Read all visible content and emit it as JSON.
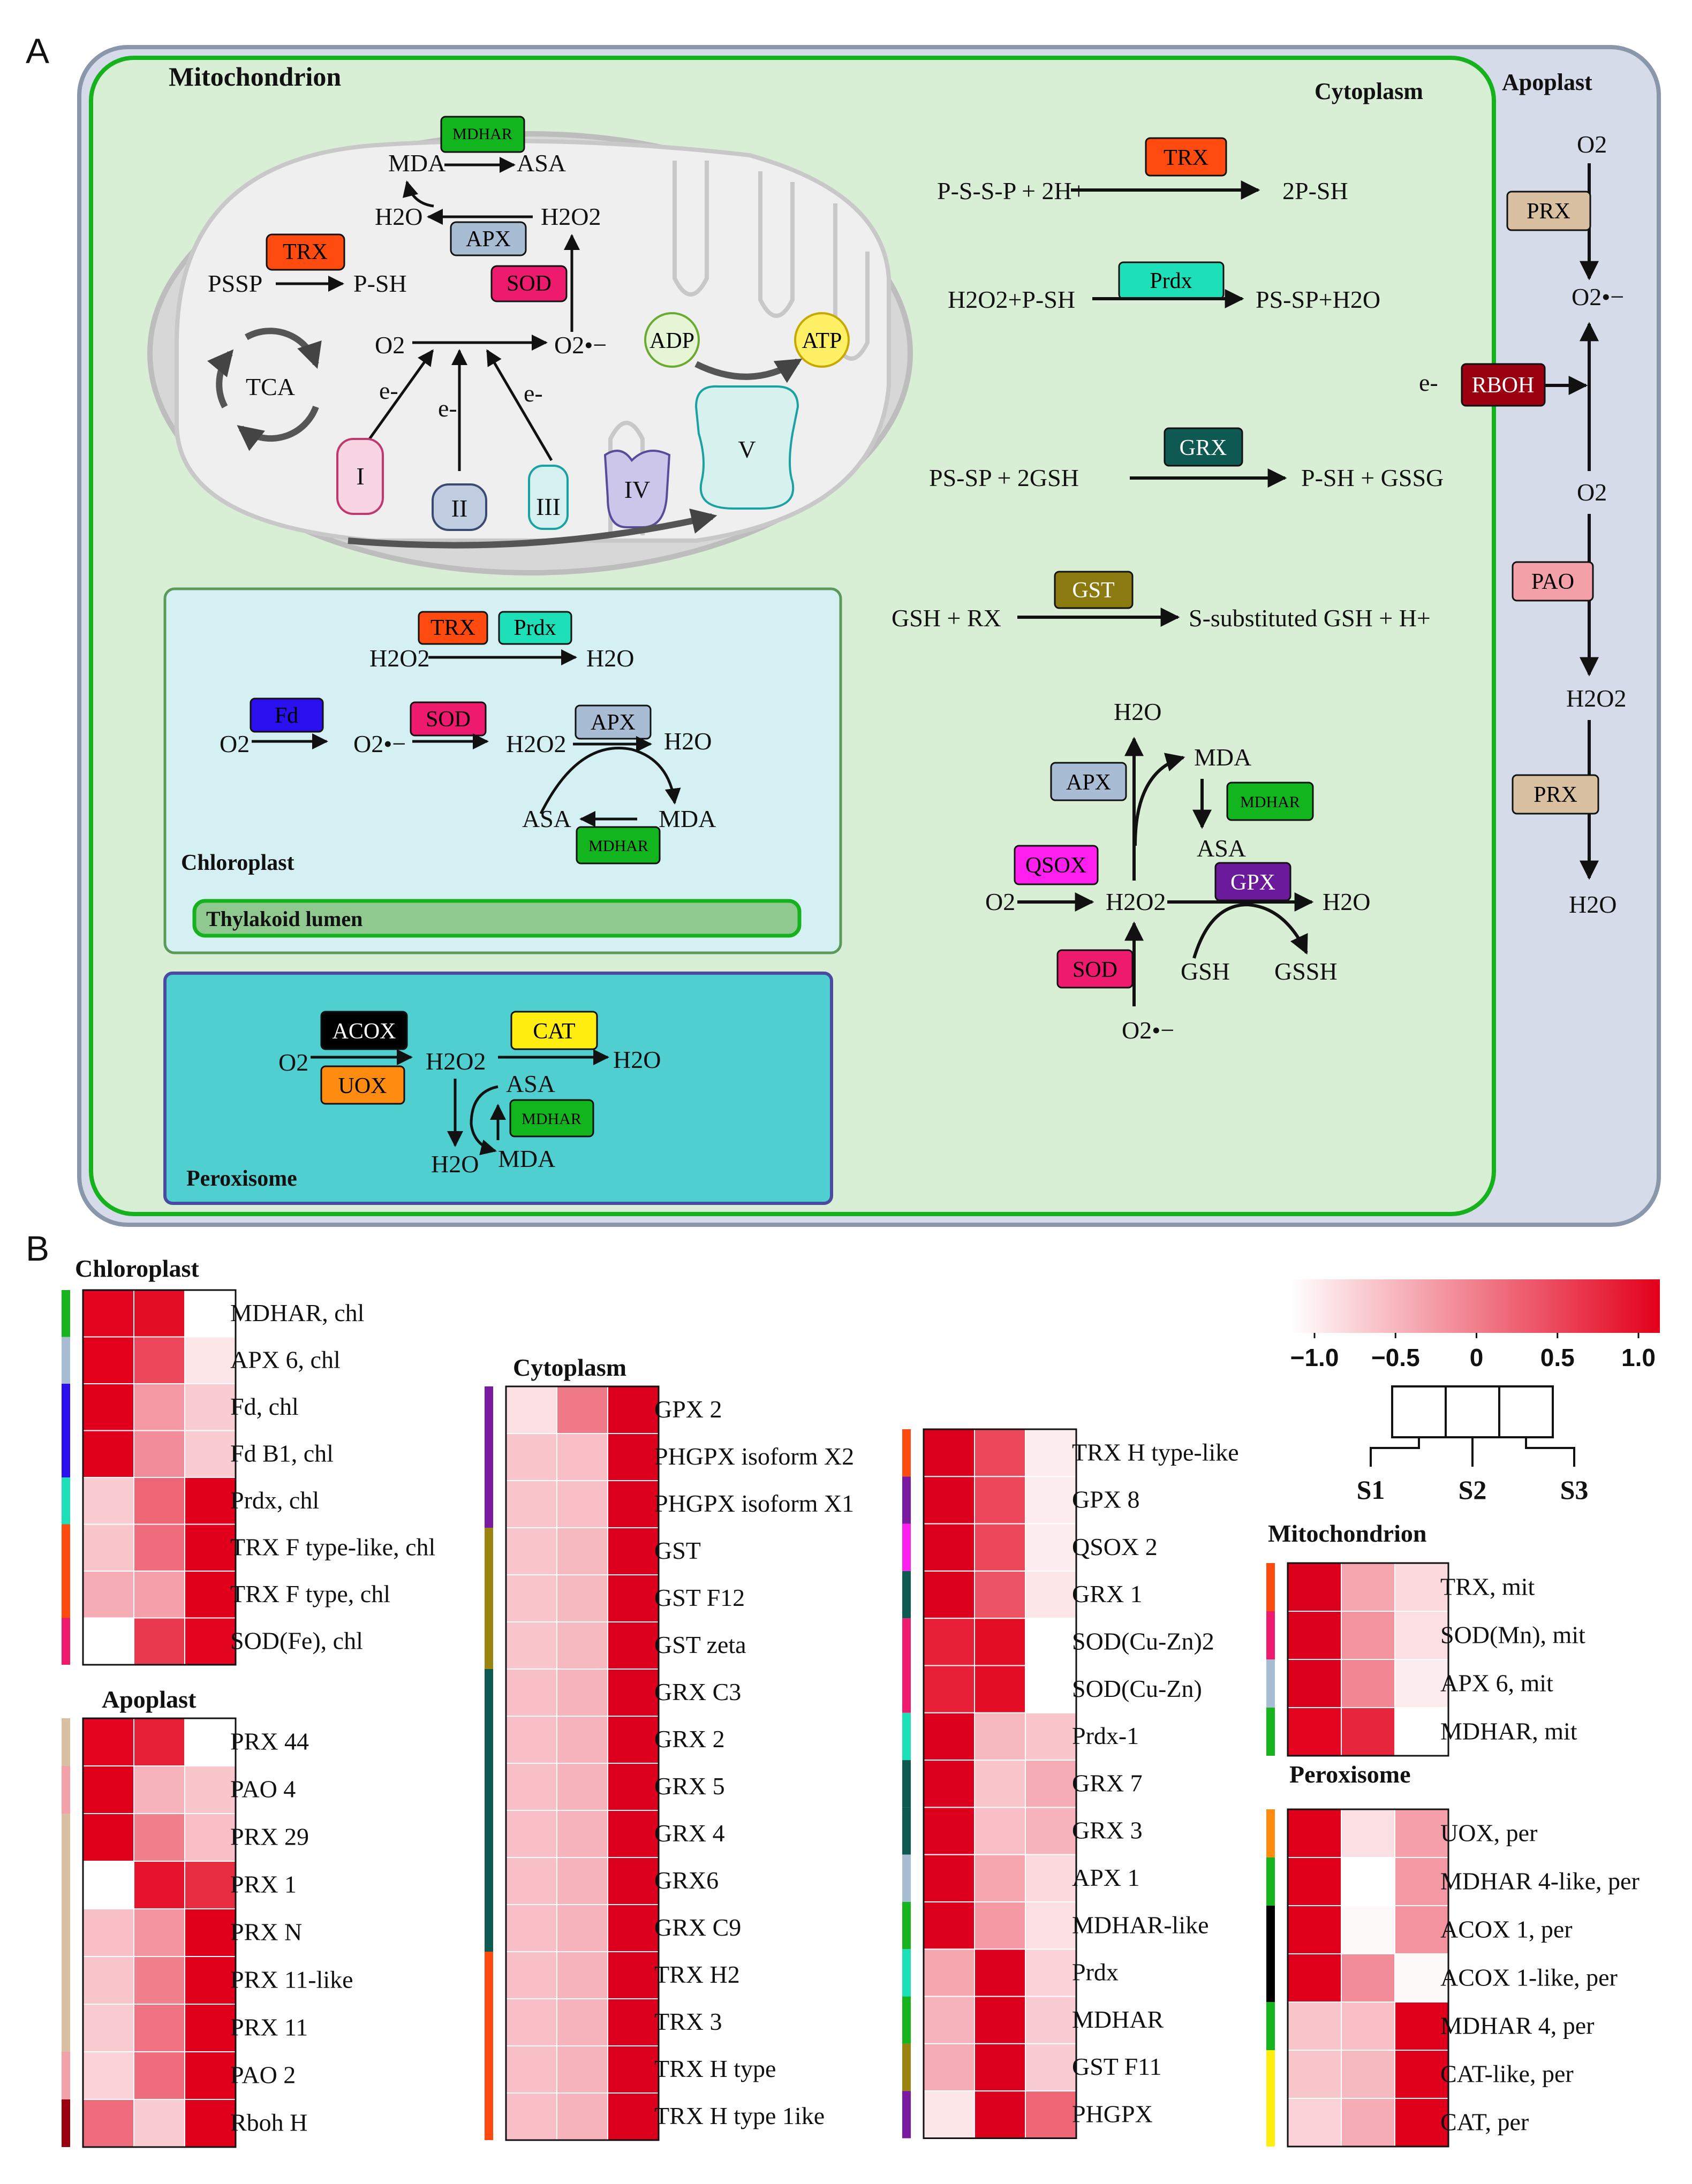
{
  "panel_a": {
    "label": "A",
    "compartments": {
      "mitochondrion": "Mitochondrion",
      "cytoplasm": "Cytoplasm",
      "apoplast": "Apoplast",
      "chloroplast": "Chloroplast",
      "thylakoid": "Thylakoid lumen",
      "peroxisome": "Peroxisome"
    },
    "mito": {
      "mdhar": "MDHAR",
      "mda": "MDA",
      "asa": "ASA",
      "h2o": "H2O",
      "apx": "APX",
      "h2o2": "H2O2",
      "trx": "TRX",
      "pssp": "PSSP",
      "psh": "P-SH",
      "sod": "SOD",
      "o2": "O2",
      "o2rad": "O2•−",
      "tca": "TCA",
      "adp": "ADP",
      "atp": "ATP",
      "e1": "e-",
      "e2": "e-",
      "e3": "e-",
      "c1": "I",
      "c2": "II",
      "c3": "III",
      "c4": "IV",
      "c5": "V"
    },
    "cyto": {
      "r1_left": "P-S-S-P + 2H+",
      "r1_enzyme": "TRX",
      "r1_right": "2P-SH",
      "r2_left": "H2O2+P-SH",
      "r2_enzyme": "Prdx",
      "r2_right": "PS-SP+H2O",
      "r3_left": "PS-SP + 2GSH",
      "r3_enzyme": "GRX",
      "r3_right": "P-SH + GSSG",
      "r4_left": "GSH + RX",
      "r4_enzyme": "GST",
      "r4_right": "S-substituted GSH + H+",
      "h2o_top": "H2O",
      "mda": "MDA",
      "apx": "APX",
      "mdhar": "MDHAR",
      "asa": "ASA",
      "qsox": "QSOX",
      "gpx": "GPX",
      "o2": "O2",
      "h2o2": "H2O2",
      "h2o_right": "H2O",
      "sod": "SOD",
      "gsh": "GSH",
      "gssh": "GSSH",
      "o2rad": "O2•−"
    },
    "apo": {
      "o2_top": "O2",
      "prx1": "PRX",
      "o2rad": "O2•−",
      "e": "e-",
      "rboh": "RBOH",
      "o2_mid": "O2",
      "pao": "PAO",
      "h2o2": "H2O2",
      "prx2": "PRX",
      "h2o": "H2O"
    },
    "chl": {
      "trx": "TRX",
      "prdx": "Prdx",
      "h2o2_top": "H2O2",
      "h2o_top": "H2O",
      "fd": "Fd",
      "o2": "O2",
      "o2rad": "O2•−",
      "sod": "SOD",
      "h2o2": "H2O2",
      "apx": "APX",
      "h2o": "H2O",
      "asa": "ASA",
      "mda": "MDA",
      "mdhar": "MDHAR"
    },
    "per": {
      "acox": "ACOX",
      "uox": "UOX",
      "o2": "O2",
      "h2o2": "H2O2",
      "cat": "CAT",
      "h2o": "H2O",
      "asa": "ASA",
      "mdhar": "MDHAR",
      "h2o_bottom": "H2O",
      "mda": "MDA"
    }
  },
  "panel_b": {
    "label": "B",
    "colorbar": {
      "min": -1.0,
      "max": 1.0,
      "ticks": [
        "−1.0",
        "−0.5",
        "0",
        "0.5",
        "1.0"
      ],
      "low_color": "#ffffff",
      "high_color": "#e3001b"
    },
    "samples": [
      "S1",
      "S2",
      "S3"
    ]
  },
  "chart_data": {
    "type": "heatmap",
    "columns": [
      "S1",
      "S2",
      "S3"
    ],
    "value_range": [
      -1.0,
      1.0
    ],
    "blocks": [
      {
        "title": "Chloroplast",
        "rows": [
          {
            "label": "MDHAR, chl",
            "color": "#18b41e",
            "values": [
              0.95,
              0.9,
              -1.0
            ]
          },
          {
            "label": "APX 6, chl",
            "color": "#a8bcd4",
            "values": [
              1.0,
              0.45,
              -0.8
            ]
          },
          {
            "label": "Fd, chl",
            "color": "#2a10ee",
            "values": [
              1.05,
              -0.2,
              -0.6
            ]
          },
          {
            "label": "Fd B1, chl",
            "color": "#2a10ee",
            "values": [
              1.05,
              -0.1,
              -0.6
            ]
          },
          {
            "label": "Prdx, chl",
            "color": "#1de0b8",
            "values": [
              -0.6,
              0.2,
              1.05
            ]
          },
          {
            "label": "TRX F type-like, chl",
            "color": "#ff4a10",
            "values": [
              -0.55,
              0.15,
              1.05
            ]
          },
          {
            "label": "TRX F type, chl",
            "color": "#ff4a10",
            "values": [
              -0.35,
              -0.25,
              1.05
            ]
          },
          {
            "label": "SOD(Fe), chl",
            "color": "#ee1a6e",
            "values": [
              -1.0,
              0.55,
              0.95
            ]
          }
        ]
      },
      {
        "title": "Apoplast",
        "rows": [
          {
            "label": "PRX 44",
            "color": "#d8c0a0",
            "values": [
              0.95,
              0.75,
              -1.0
            ]
          },
          {
            "label": "PAO 4",
            "color": "#f4a0a8",
            "values": [
              1.05,
              -0.4,
              -0.55
            ]
          },
          {
            "label": "PRX 29",
            "color": "#d8c0a0",
            "values": [
              1.05,
              0.0,
              -0.5
            ]
          },
          {
            "label": "PRX 1",
            "color": "#d8c0a0",
            "values": [
              -1.0,
              0.85,
              0.65
            ]
          },
          {
            "label": "PRX N",
            "color": "#d8c0a0",
            "values": [
              -0.5,
              -0.15,
              1.05
            ]
          },
          {
            "label": "PRX 11-like",
            "color": "#d8c0a0",
            "values": [
              -0.55,
              0.0,
              1.05
            ]
          },
          {
            "label": "PRX 11",
            "color": "#d8c0a0",
            "values": [
              -0.6,
              0.1,
              1.05
            ]
          },
          {
            "label": "PAO 2",
            "color": "#f4a0a8",
            "values": [
              -0.65,
              0.15,
              1.05
            ]
          },
          {
            "label": "Rboh H",
            "color": "#9a0010",
            "values": [
              0.15,
              -0.6,
              1.05
            ]
          }
        ]
      },
      {
        "title": "Cytoplasm",
        "rows": [
          {
            "label": "GPX 2",
            "color": "#7a1aa0",
            "values": [
              -0.75,
              0.05,
              1.15
            ]
          },
          {
            "label": "PHGPX isoform X2",
            "color": "#7a1aa0",
            "values": [
              -0.55,
              -0.5,
              1.15
            ]
          },
          {
            "label": "PHGPX isoform X1",
            "color": "#7a1aa0",
            "values": [
              -0.55,
              -0.5,
              1.15
            ]
          },
          {
            "label": "GST",
            "color": "#9a8410",
            "values": [
              -0.55,
              -0.45,
              1.15
            ]
          },
          {
            "label": "GST F12",
            "color": "#9a8410",
            "values": [
              -0.55,
              -0.45,
              1.15
            ]
          },
          {
            "label": "GST zeta",
            "color": "#9a8410",
            "values": [
              -0.55,
              -0.45,
              1.15
            ]
          },
          {
            "label": "GRX C3",
            "color": "#0e5a52",
            "values": [
              -0.5,
              -0.4,
              1.15
            ]
          },
          {
            "label": "GRX 2",
            "color": "#0e5a52",
            "values": [
              -0.5,
              -0.4,
              1.15
            ]
          },
          {
            "label": "GRX 5",
            "color": "#0e5a52",
            "values": [
              -0.5,
              -0.4,
              1.15
            ]
          },
          {
            "label": "GRX 4",
            "color": "#0e5a52",
            "values": [
              -0.5,
              -0.4,
              1.15
            ]
          },
          {
            "label": "GRX6",
            "color": "#0e5a52",
            "values": [
              -0.5,
              -0.4,
              1.15
            ]
          },
          {
            "label": "GRX C9",
            "color": "#0e5a52",
            "values": [
              -0.5,
              -0.4,
              1.15
            ]
          },
          {
            "label": "TRX H2",
            "color": "#ff4a10",
            "values": [
              -0.5,
              -0.4,
              1.15
            ]
          },
          {
            "label": "TRX 3",
            "color": "#ff4a10",
            "values": [
              -0.5,
              -0.4,
              1.15
            ]
          },
          {
            "label": "TRX H type",
            "color": "#ff4a10",
            "values": [
              -0.5,
              -0.4,
              1.15
            ]
          },
          {
            "label": "TRX H type 1ike",
            "color": "#ff4a10",
            "values": [
              -0.5,
              -0.4,
              1.15
            ]
          }
        ]
      },
      {
        "title": "",
        "rows": [
          {
            "label": "TRX H type-like",
            "color": "#ff4a10",
            "values": [
              1.15,
              0.45,
              -0.85
            ]
          },
          {
            "label": "GPX 8",
            "color": "#7a1aa0",
            "values": [
              1.15,
              0.45,
              -0.85
            ]
          },
          {
            "label": "QSOX 2",
            "color": "#ff20f0",
            "values": [
              1.15,
              0.45,
              -0.85
            ]
          },
          {
            "label": "GRX 1",
            "color": "#0e5a52",
            "values": [
              1.15,
              0.35,
              -0.8
            ]
          },
          {
            "label": "SOD(Cu-Zn)2",
            "color": "#ee1a6e",
            "values": [
              0.75,
              0.9,
              -1.0
            ]
          },
          {
            "label": "SOD(Cu-Zn)",
            "color": "#ee1a6e",
            "values": [
              0.75,
              0.9,
              -1.0
            ]
          },
          {
            "label": "Prdx-1",
            "color": "#1de0b8",
            "values": [
              1.15,
              -0.45,
              -0.55
            ]
          },
          {
            "label": "GRX 7",
            "color": "#0e5a52",
            "values": [
              1.15,
              -0.55,
              -0.35
            ]
          },
          {
            "label": "GRX 3",
            "color": "#0e5a52",
            "values": [
              1.15,
              -0.5,
              -0.4
            ]
          },
          {
            "label": "APX 1",
            "color": "#a8bcd4",
            "values": [
              1.15,
              -0.3,
              -0.7
            ]
          },
          {
            "label": "MDHAR-like",
            "color": "#18b41e",
            "values": [
              1.15,
              -0.2,
              -0.75
            ]
          },
          {
            "label": "Prdx",
            "color": "#1de0b8",
            "values": [
              -0.3,
              1.15,
              -0.65
            ]
          },
          {
            "label": "MDHAR",
            "color": "#18b41e",
            "values": [
              -0.4,
              1.15,
              -0.6
            ]
          },
          {
            "label": "GST F11",
            "color": "#9a8410",
            "values": [
              -0.35,
              1.15,
              -0.6
            ]
          },
          {
            "label": "PHGPX",
            "color": "#7a1aa0",
            "values": [
              -0.8,
              1.15,
              0.2
            ]
          }
        ]
      },
      {
        "title": "Mitochondrion",
        "rows": [
          {
            "label": "TRX, mit",
            "color": "#ff4a10",
            "values": [
              1.15,
              -0.3,
              -0.7
            ]
          },
          {
            "label": "SOD(Mn), mit",
            "color": "#ee1a6e",
            "values": [
              1.15,
              -0.15,
              -0.75
            ]
          },
          {
            "label": "APX 6, mit",
            "color": "#a8bcd4",
            "values": [
              1.15,
              -0.05,
              -0.85
            ]
          },
          {
            "label": "MDHAR, mit",
            "color": "#18b41e",
            "values": [
              0.95,
              0.7,
              -1.0
            ]
          }
        ]
      },
      {
        "title": "Peroxisome",
        "rows": [
          {
            "label": "UOX, per",
            "color": "#ff8c10",
            "values": [
              1.05,
              -0.75,
              -0.25
            ]
          },
          {
            "label": "MDHAR 4-like, per",
            "color": "#18b41e",
            "values": [
              1.05,
              -1.0,
              -0.2
            ]
          },
          {
            "label": "ACOX 1, per",
            "color": "#000000",
            "values": [
              1.05,
              -0.95,
              -0.15
            ]
          },
          {
            "label": "ACOX 1-like, per",
            "color": "#000000",
            "values": [
              1.05,
              -0.1,
              -0.95
            ]
          },
          {
            "label": "MDHAR 4, per",
            "color": "#18b41e",
            "values": [
              -0.55,
              -0.5,
              1.05
            ]
          },
          {
            "label": "CAT-like, per",
            "color": "#ffee10",
            "values": [
              -0.55,
              -0.45,
              1.05
            ]
          },
          {
            "label": "CAT, per",
            "color": "#ffee10",
            "values": [
              -0.65,
              -0.35,
              1.05
            ]
          }
        ]
      }
    ]
  }
}
